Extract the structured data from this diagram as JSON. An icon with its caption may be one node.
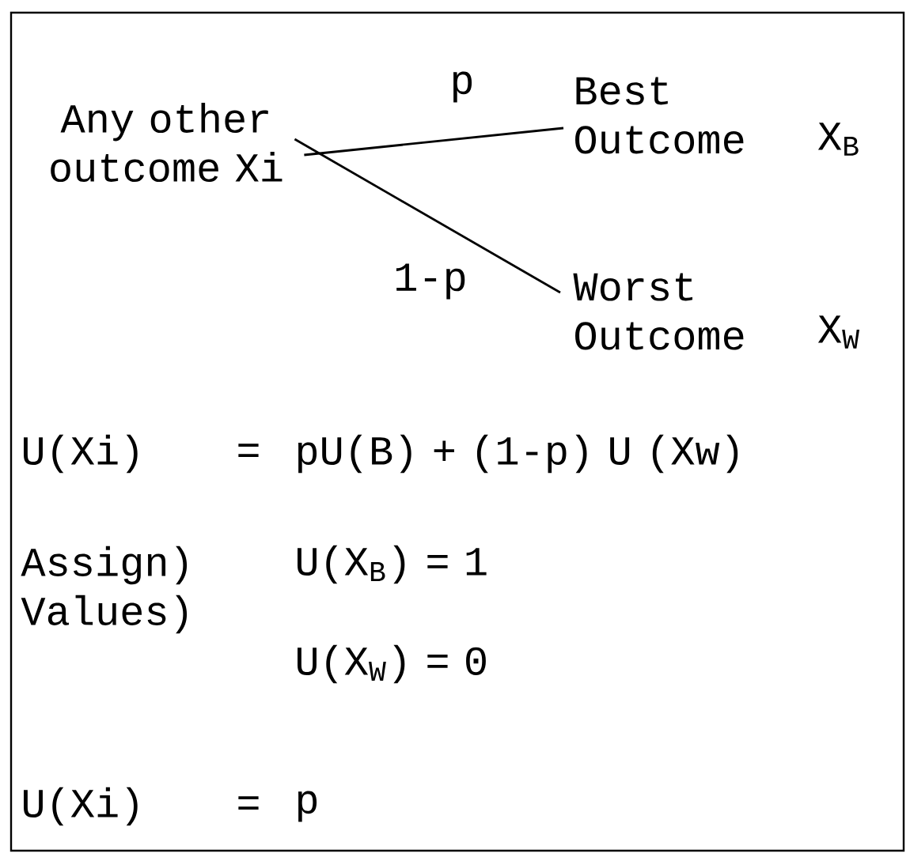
{
  "diagram": {
    "nodes": [
      {
        "text": [
          "Any other outcome Xi"
        ]
      },
      {
        "text": [
          "Best Outcome"
        ],
        "beside": [
          "X$_{B}$"
        ]
      },
      {
        "text": [
          "Worst Outcome"
        ],
        "beside": [
          "X$_{W}$"
        ]
      }
    ],
    "edges": [
      {
        "from": 0,
        "to": 1,
        "arrow": "none",
        "label": "p"
      },
      {
        "from": 0,
        "to": 2,
        "arrow": "none",
        "label": "1-p"
      }
    ],
    "labels": [
      "U(Xi)",
      "=",
      "pU(B) + (1-p) U (Xw)",
      "Assign) Values)",
      "U(X$_{B}$) = 1",
      "U(X$_{W}$) = 0",
      "U(Xi)",
      "=",
      "p"
    ]
  }
}
